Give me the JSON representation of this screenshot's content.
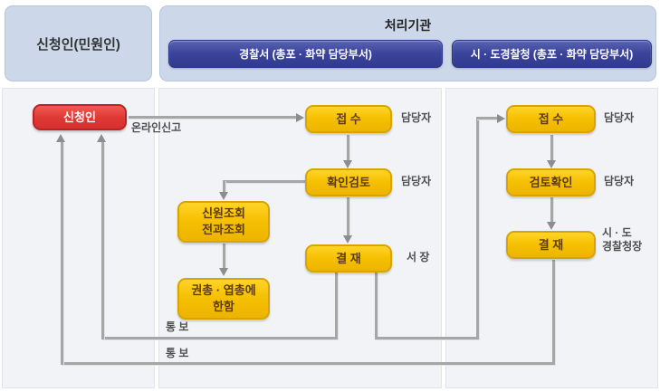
{
  "header": {
    "applicant_box": "신청인(민원인)",
    "processing_org": "처리기관",
    "police_station_dept": "경찰서 (총포 · 화약 담당부서)",
    "provincial_police_dept": "시 · 도경찰청 (총포 · 화약 담당부서)"
  },
  "nodes": {
    "applicant": "신청인",
    "ps_receipt": "접 수",
    "ps_review": "확인검토",
    "ps_id_check": [
      "신원조회",
      "전과조회"
    ],
    "ps_pistol_note": [
      "권총 · 엽총에",
      "한함"
    ],
    "ps_approval": "결 재",
    "pp_receipt": "접 수",
    "pp_review": "검토확인",
    "pp_approval": "결 재"
  },
  "labels": {
    "online_report": "온라인신고",
    "ps_receipt_role": "담당자",
    "ps_review_role": "담당자",
    "ps_approval_role": "서 장",
    "pp_receipt_role": "담당자",
    "pp_review_role": "담당자",
    "pp_approval_role": [
      "시 · 도",
      "경찰청장"
    ],
    "notify_1": "통 보",
    "notify_2": "통 보"
  },
  "colors": {
    "node_yellow": "#f6c103",
    "node_yellow_border": "#d7a404",
    "node_red": "#e03a35",
    "dept_pill_blue": "#3c459c",
    "header_light_blue": "#ccd8ea",
    "panel_bg": "#f1f3f7",
    "connector_gray": "#a6a6a6"
  }
}
